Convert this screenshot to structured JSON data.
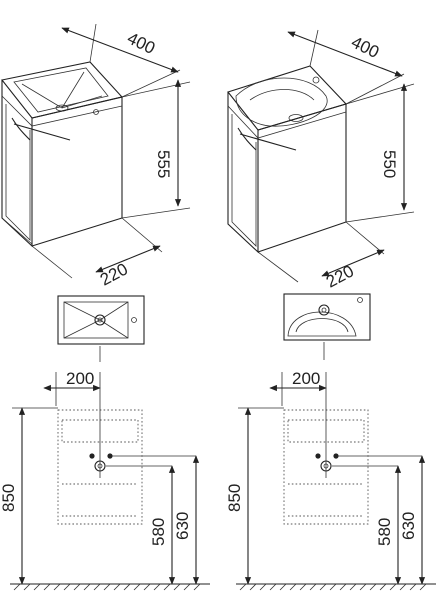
{
  "drawings": {
    "left": {
      "iso": {
        "width": "400",
        "height": "555",
        "depth": "220"
      },
      "elevation": {
        "offset": "200",
        "total_height": "850",
        "waste_height": "580",
        "supply_height": "630"
      }
    },
    "right": {
      "iso": {
        "width": "400",
        "height": "550",
        "depth": "220"
      },
      "elevation": {
        "offset": "200",
        "total_height": "850",
        "waste_height": "580",
        "supply_height": "630"
      }
    }
  },
  "icons": {
    "left_basin": "rectangular-basin-icon",
    "right_basin": "rounded-basin-icon"
  }
}
